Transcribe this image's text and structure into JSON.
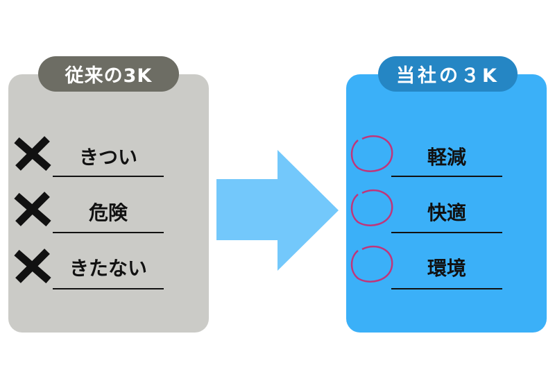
{
  "left_panel": {
    "title": "従来の3K",
    "items": [
      {
        "label": "きつい",
        "mark": "x-mark-icon"
      },
      {
        "label": "危険",
        "mark": "x-mark-icon"
      },
      {
        "label": "きたない",
        "mark": "x-mark-icon"
      }
    ],
    "colors": {
      "card": "#cbcbc7",
      "badge": "#6d6d64"
    }
  },
  "right_panel": {
    "title": "当社の３K",
    "items": [
      {
        "label": "軽減",
        "mark": "circle-mark-icon"
      },
      {
        "label": "快適",
        "mark": "circle-mark-icon"
      },
      {
        "label": "環境",
        "mark": "circle-mark-icon"
      }
    ],
    "colors": {
      "card": "#3bb0f8",
      "badge": "#2586c4",
      "circle": "#c0357a"
    }
  },
  "arrow": {
    "icon": "right-arrow-icon",
    "color": "#73c8fb"
  }
}
